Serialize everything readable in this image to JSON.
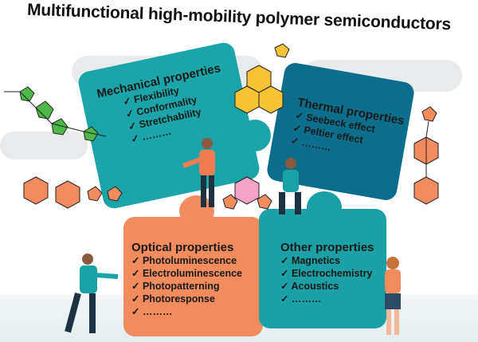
{
  "title": "Multifunctional high-mobility polymer semiconductors",
  "colors": {
    "mechanical": "#1ba4a9",
    "thermal": "#0d6d8c",
    "optical": "#f28b5e",
    "other": "#1aa0a6"
  },
  "panels": [
    {
      "heading": "Mechanical properties",
      "items": [
        "✓ Flexibility",
        "✓ Conformality",
        "✓ Stretchability",
        "✓ ………"
      ]
    },
    {
      "heading": "Thermal properties",
      "items": [
        "✓ Seebeck effect",
        "✓ Peltier effect",
        "✓ ………"
      ]
    },
    {
      "heading": "Optical properties",
      "items": [
        "✓ Photoluminescence",
        "✓ Electroluminescence",
        "✓ Photopatterning",
        "✓ Photoresponse",
        "✓ ………"
      ]
    },
    {
      "heading": "Other properties",
      "items": [
        "✓ Magnetics",
        "✓ Electrochemistry",
        "✓ Acoustics",
        "✓ ………"
      ]
    }
  ]
}
